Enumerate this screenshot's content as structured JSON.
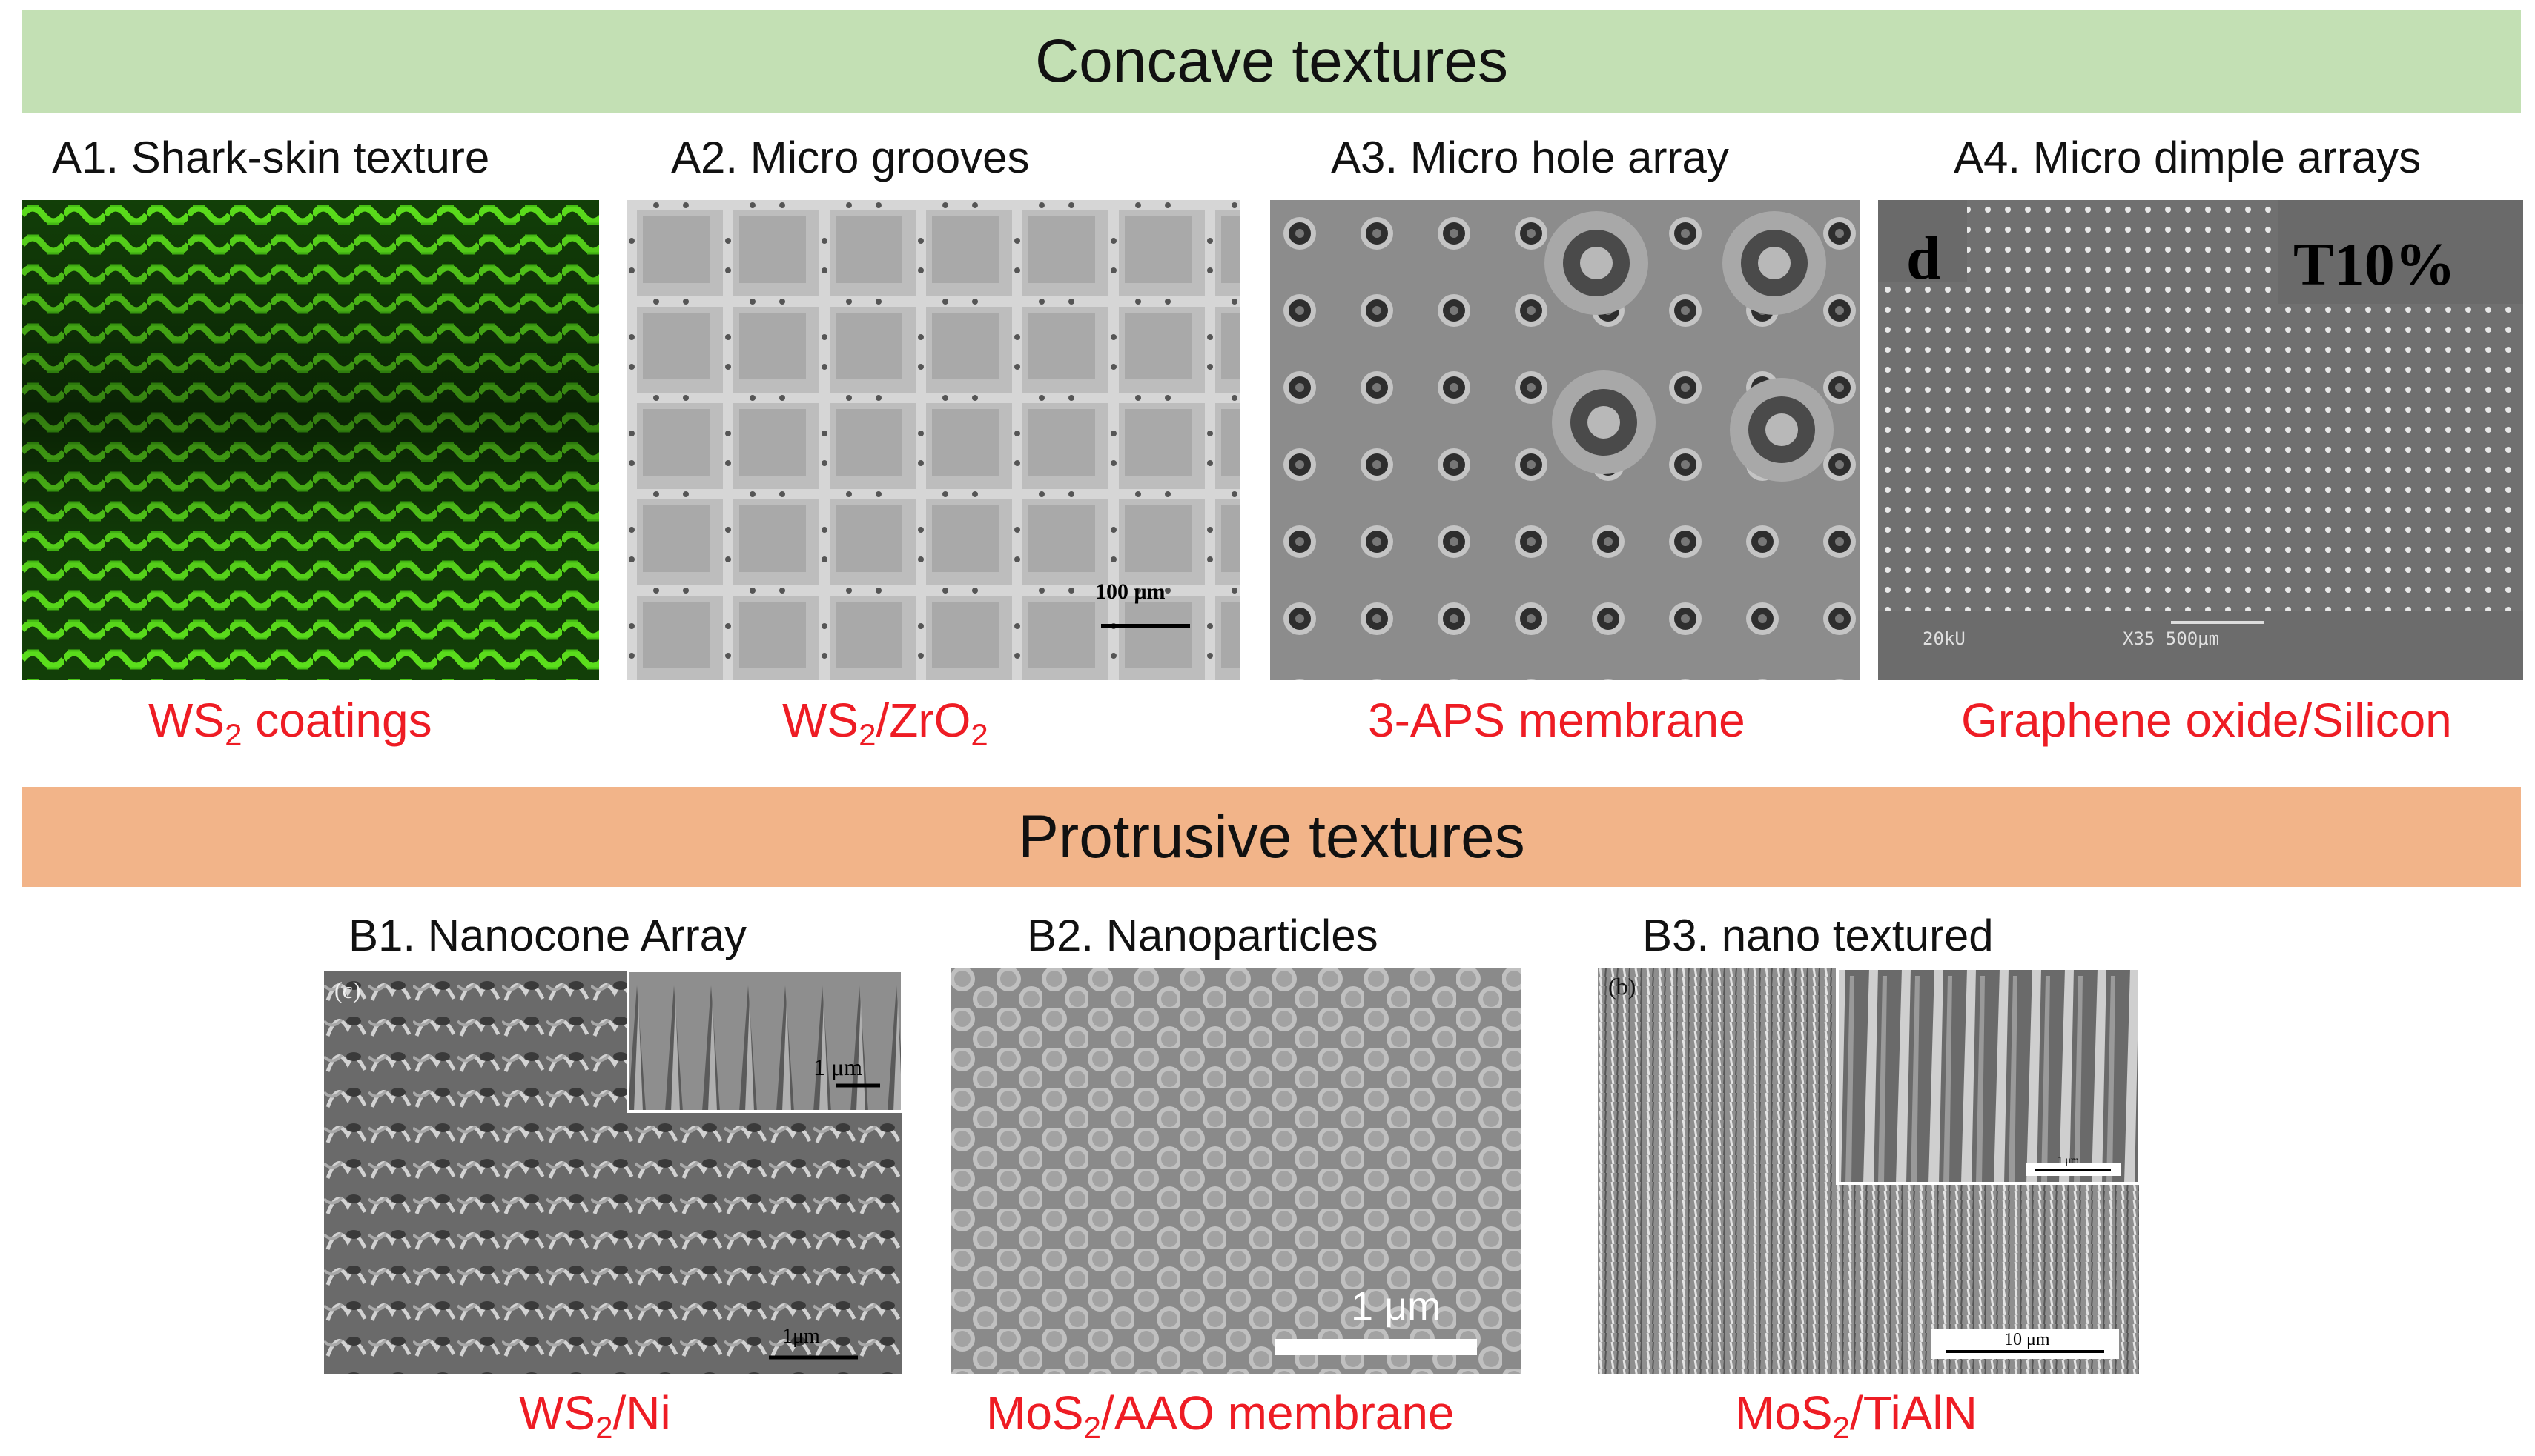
{
  "sections": {
    "concave": {
      "title": "Concave textures"
    },
    "protrusive": {
      "title": "Protrusive textures"
    }
  },
  "panels": {
    "a1": {
      "title": "A1. Shark-skin texture",
      "material_pre": "WS",
      "material_sub": "2",
      "material_post": " coatings"
    },
    "a2": {
      "title": "A2. Micro grooves",
      "material_pre": "WS",
      "material_sub": "2",
      "material_mid": "/ZrO",
      "material_sub2": "2",
      "scalebar": "100 μm"
    },
    "a3": {
      "title": "A3. Micro hole array",
      "material": "3-APS membrane"
    },
    "a4": {
      "title": "A4. Micro dimple arrays",
      "material": "Graphene oxide/Silicon",
      "corner_letter": "d",
      "corner_tag": "T10%",
      "footer_left": "20kU",
      "footer_right": "X35  500μm"
    },
    "b1": {
      "title": "B1. Nanocone Array",
      "material_pre": "WS",
      "material_sub": "2",
      "material_post": "/Ni",
      "corner_letter": "(c)",
      "inset_scalebar": "1 μm",
      "scalebar": "1μm"
    },
    "b2": {
      "title": "B2. Nanoparticles",
      "material_pre": "MoS",
      "material_sub": "2",
      "material_post": "/AAO membrane",
      "scalebar": "1 μm"
    },
    "b3": {
      "title": "B3. nano textured",
      "material_pre": "MoS",
      "material_sub": "2",
      "material_post": "/TiAlN",
      "corner_letter": "(b)",
      "inset_scalebar": "1 μm",
      "scalebar": "10 μm"
    }
  },
  "colors": {
    "concave_band": "#c3e0b4",
    "protrusive_band": "#f2b489",
    "material_label": "#ee1c24",
    "shark_green": "#5ce01c"
  }
}
